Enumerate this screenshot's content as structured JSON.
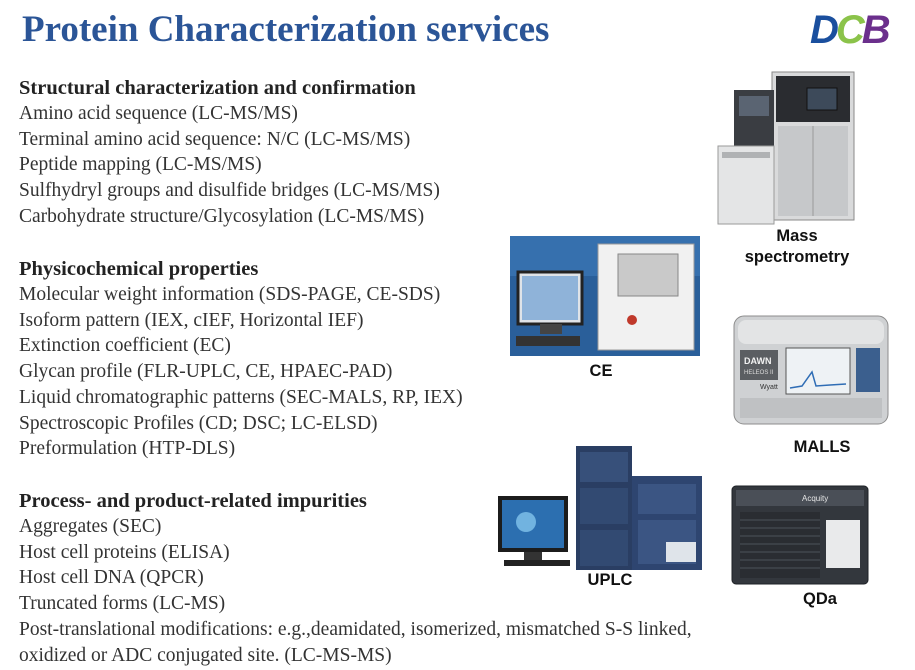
{
  "title": "Protein Characterization services",
  "logo": {
    "text": "DCB",
    "colors": [
      "#1a4f9e",
      "#8bc34a",
      "#e6a31c",
      "#6b2f8c"
    ]
  },
  "title_color": "#2b5597",
  "sections": [
    {
      "heading": "Structural characterization and confirmation",
      "items": [
        "Amino acid sequence (LC-MS/MS)",
        "Terminal amino acid sequence: N/C (LC-MS/MS)",
        "Peptide mapping (LC-MS/MS)",
        "Sulfhydryl groups and disulfide bridges (LC-MS/MS)",
        "Carbohydrate structure/Glycosylation (LC-MS/MS)"
      ]
    },
    {
      "heading": "Physicochemical properties",
      "items": [
        "Molecular weight information (SDS-PAGE, CE-SDS)",
        "Isoform pattern (IEX, cIEF, Horizontal IEF)",
        "Extinction coefficient (EC)",
        "Glycan profile (FLR-UPLC, CE, HPAEC-PAD)",
        "Liquid chromatographic patterns (SEC-MALS, RP, IEX)",
        "Spectroscopic Profiles (CD; DSC; LC-ELSD)",
        "Preformulation (HTP-DLS)"
      ]
    },
    {
      "heading": "Process- and product-related impurities",
      "items": [
        "Aggregates (SEC)",
        "Host cell proteins (ELISA)",
        "Host cell DNA (QPCR)",
        "Truncated forms (LC-MS)",
        "Post-translational modifications: e.g.,deamidated, isomerized, mismatched S-S linked,",
        "oxidized or ADC conjugated site. (LC-MS-MS)"
      ]
    }
  ],
  "instruments": {
    "mass_spec": {
      "caption_line1": "Mass",
      "caption_line2": "spectrometry"
    },
    "ce": {
      "caption": "CE"
    },
    "malls": {
      "caption": "MALLS",
      "panel_brand": "DAWN",
      "panel_sub": "HELEOS II",
      "panel_maker": "Wyatt"
    },
    "uplc": {
      "caption": "UPLC"
    },
    "qda": {
      "caption": "QDa",
      "panel_brand": "Acquity"
    }
  }
}
